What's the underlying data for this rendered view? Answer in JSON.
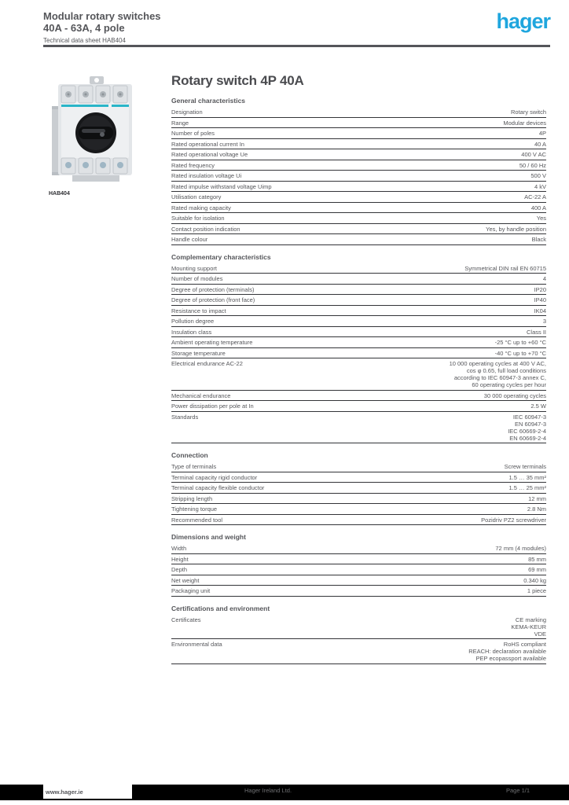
{
  "header": {
    "title_line1": "Modular rotary switches",
    "title_line2": "40A - 63A, 4 pole",
    "reference_line": "Technical data sheet HAB404",
    "logo_text": "hager"
  },
  "product": {
    "caption": "HAB404"
  },
  "main": {
    "title": "Rotary switch 4P 40A",
    "sections": [
      {
        "heading": "General characteristics",
        "rows": [
          {
            "label": "Designation",
            "value": "Rotary switch"
          },
          {
            "label": "Range",
            "value": "Modular devices"
          },
          {
            "label": "Number of poles",
            "value": "4P"
          },
          {
            "label": "Rated operational current In",
            "value": "40 A"
          },
          {
            "label": "Rated operational voltage Ue",
            "value": "400 V AC"
          },
          {
            "label": "Rated frequency",
            "value": "50 / 60 Hz"
          },
          {
            "label": "Rated insulation voltage Ui",
            "value": "500 V"
          },
          {
            "label": "Rated impulse withstand voltage Uimp",
            "value": "4 kV"
          },
          {
            "label": "Utilisation category",
            "value": "AC-22 A"
          },
          {
            "label": "Rated making capacity",
            "value": "400 A"
          },
          {
            "label": "Suitable for isolation",
            "value": "Yes"
          },
          {
            "label": "Contact position indication",
            "value": "Yes, by handle position"
          },
          {
            "label": "Handle colour",
            "value": "Black"
          }
        ]
      },
      {
        "heading": "Complementary characteristics",
        "rows": [
          {
            "label": "Mounting support",
            "value": "Symmetrical DIN rail EN 60715"
          },
          {
            "label": "Number of modules",
            "value": "4"
          },
          {
            "label": "Degree of protection (terminals)",
            "value": "IP20"
          },
          {
            "label": "Degree of protection (front face)",
            "value": "IP40"
          },
          {
            "label": "Resistance to impact",
            "value": "IK04"
          },
          {
            "label": "Pollution degree",
            "value": "3"
          },
          {
            "label": "Insulation class",
            "value": "Class II"
          },
          {
            "label": "Ambient operating temperature",
            "value": "-25 °C up to +60 °C"
          },
          {
            "label": "Storage temperature",
            "value": "-40 °C up to +70 °C"
          },
          {
            "label": "Electrical endurance AC-22",
            "value_lines": [
              "10 000 operating cycles at 400 V AC,",
              "cos φ 0.65, full load conditions",
              "according to IEC 60947-3 annex C,",
              "60 operating cycles per hour"
            ]
          },
          {
            "label": "Mechanical endurance",
            "value": "30 000 operating cycles"
          },
          {
            "label": "Power dissipation per pole at In",
            "value": "2.5 W"
          },
          {
            "label": "Standards",
            "value_lines": [
              "IEC 60947-3",
              "EN 60947-3",
              "IEC 60669-2-4",
              "EN 60669-2-4"
            ]
          }
        ]
      },
      {
        "heading": "Connection",
        "rows": [
          {
            "label": "Type of terminals",
            "value": "Screw terminals"
          },
          {
            "label": "Terminal capacity rigid conductor",
            "value": "1.5 … 35 mm²"
          },
          {
            "label": "Terminal capacity flexible conductor",
            "value": "1.5 … 25 mm²"
          },
          {
            "label": "Stripping length",
            "value": "12 mm"
          },
          {
            "label": "Tightening torque",
            "value": "2.8 Nm"
          },
          {
            "label": "Recommended tool",
            "value": "Pozidriv PZ2 screwdriver"
          }
        ]
      },
      {
        "heading": "Dimensions and weight",
        "rows": [
          {
            "label": "Width",
            "value": "72 mm (4 modules)"
          },
          {
            "label": "Height",
            "value": "85 mm"
          },
          {
            "label": "Depth",
            "value": "69 mm"
          },
          {
            "label": "Net weight",
            "value": "0.340 kg"
          },
          {
            "label": "Packaging unit",
            "value": "1 piece"
          }
        ]
      },
      {
        "heading": "Certifications and environment",
        "rows": [
          {
            "label": "Certificates",
            "value_lines": [
              "CE marking",
              "KEMA-KEUR",
              "VDE"
            ]
          },
          {
            "label": "Environmental data",
            "value_lines": [
              "RoHS compliant",
              "REACH: declaration available",
              "PEP ecopassport available"
            ]
          }
        ]
      }
    ]
  },
  "footer": {
    "website": "www.hager.ie",
    "center_text": "Hager Ireland Ltd.",
    "page_text": "Page 1/1"
  },
  "colors": {
    "brand_blue": "#1fa6de",
    "teal_stripe": "#2ab5c8",
    "text_gray": "#55565a",
    "separator": "#333438",
    "footer_black": "#000000"
  }
}
